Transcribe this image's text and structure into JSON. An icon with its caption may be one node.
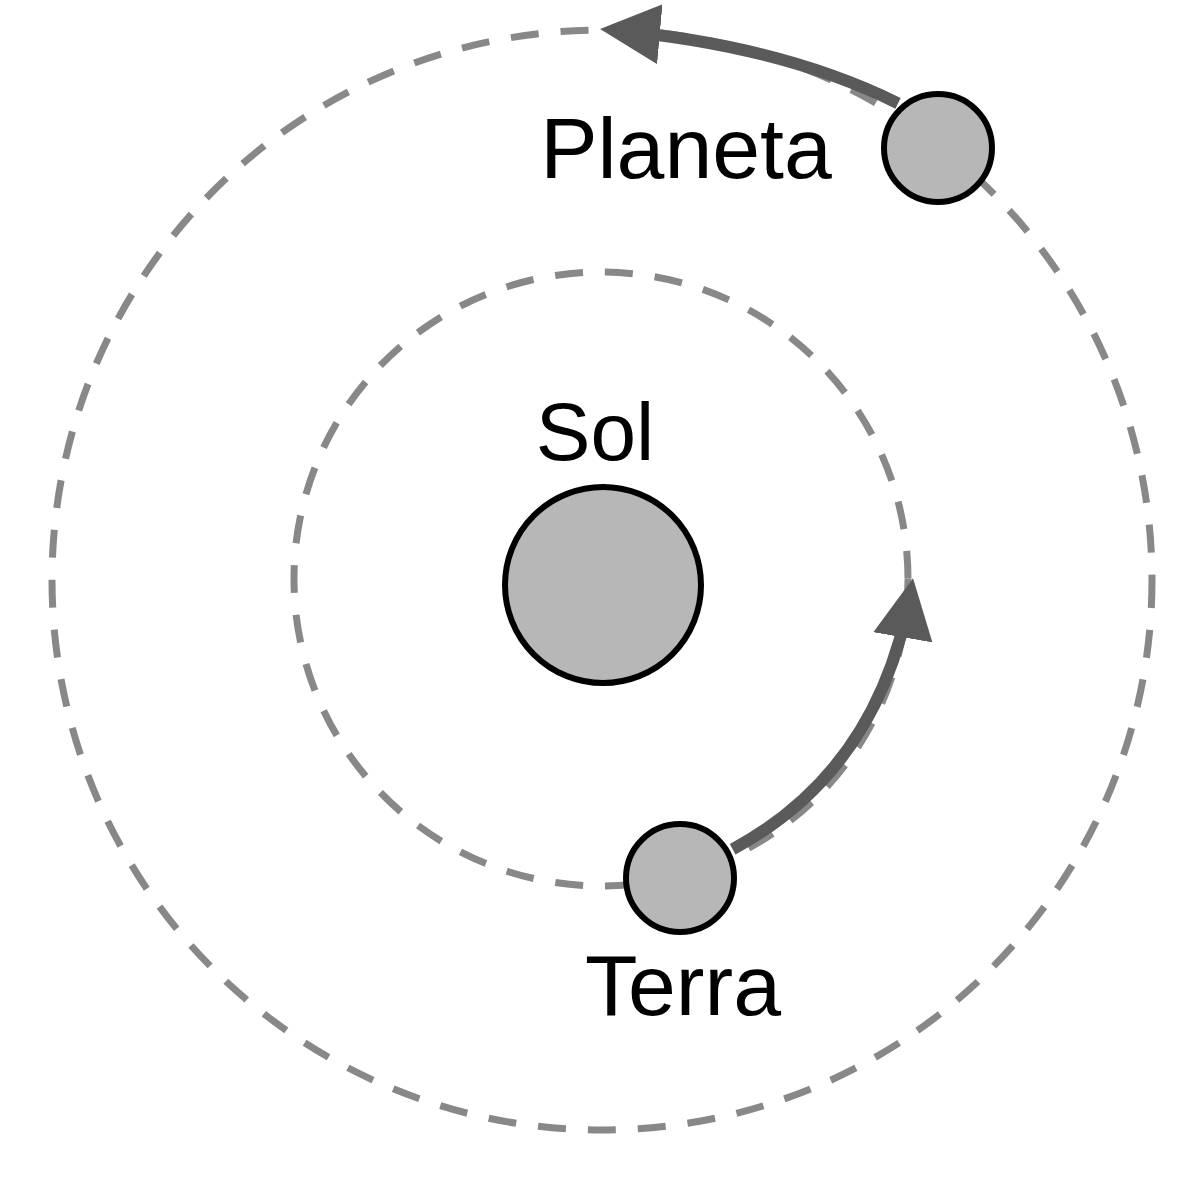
{
  "diagram": {
    "nodes": [
      {
        "text": [
          "Sol"
        ]
      },
      {
        "text": [
          "Planeta"
        ]
      },
      {
        "text": [
          "Terra"
        ]
      }
    ],
    "edges": [
      {
        "from": 1,
        "to": null,
        "arrow": "to"
      },
      {
        "from": 2,
        "to": null,
        "arrow": "to"
      }
    ]
  }
}
